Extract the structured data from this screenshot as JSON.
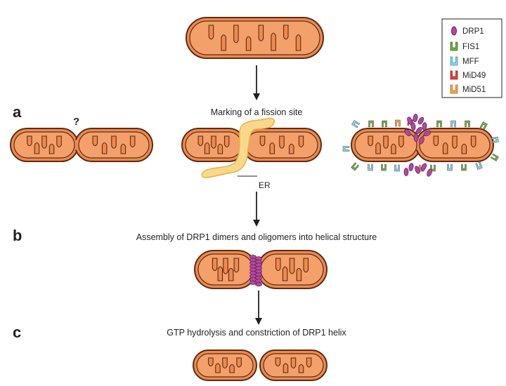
{
  "legend": {
    "items": [
      {
        "label": "DRP1",
        "color": "#b04a9e",
        "shape": "oval-icon"
      },
      {
        "label": "FIS1",
        "color": "#6fb03f",
        "shape": "receptor-icon"
      },
      {
        "label": "MFF",
        "color": "#8dd3ea",
        "shape": "receptor-icon"
      },
      {
        "label": "MiD49",
        "color": "#e1453c",
        "shape": "receptor-icon"
      },
      {
        "label": "MiD51",
        "color": "#f4a34a",
        "shape": "receptor-icon"
      }
    ]
  },
  "steps": {
    "a": {
      "letter": "a",
      "caption": "Marking of a fission site",
      "question": "?",
      "er_label": "ER"
    },
    "b": {
      "letter": "b",
      "caption": "Assembly of DRP1 dimers and oligomers into helical structure"
    },
    "c": {
      "letter": "c",
      "caption": "GTP hydrolysis and constriction of DRP1 helix"
    }
  },
  "colors": {
    "mito_fill": "#ef8a4b",
    "mito_outline": "#5a2d1b",
    "mito_inner": "#f3a06a",
    "er_fill": "#f8d98b",
    "er_outline": "#e7b04a",
    "arrow": "#231f20"
  }
}
